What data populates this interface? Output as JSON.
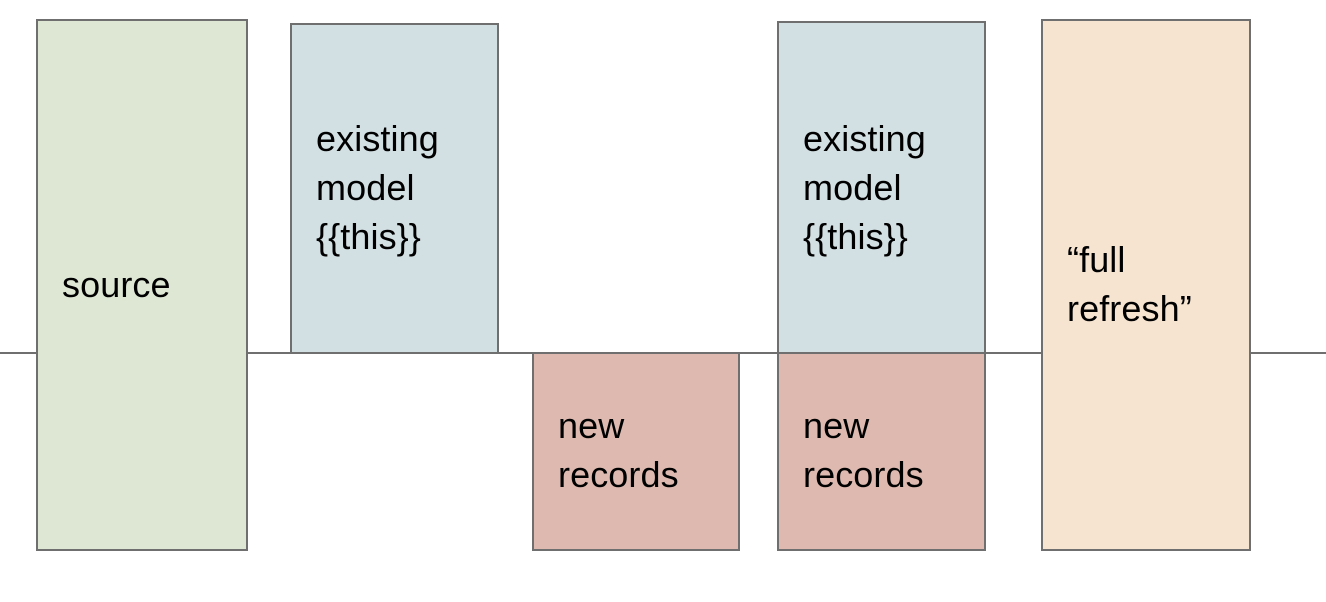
{
  "diagram": {
    "title": "incremental model full refresh diagram",
    "background_color": "#ffffff",
    "divider": {
      "name": "horizontal-divider-line",
      "color": "#6f6f6f"
    },
    "palette": {
      "source_fill": "#dde7d4",
      "model_fill": "#d2dfe3",
      "new_records_fill": "#ddb9b0",
      "full_refresh_fill": "#f6e4d1",
      "border": "#6f6f6f",
      "text": "#000000"
    },
    "nodes": [
      {
        "id": "source",
        "label": "source",
        "fill": "#dde7d4"
      },
      {
        "id": "existing-model-1",
        "label": "existing\nmodel\n{{this}}",
        "fill": "#d2dfe3"
      },
      {
        "id": "new-records-1",
        "label": "new\nrecords",
        "fill": "#ddb9b0"
      },
      {
        "id": "existing-model-2",
        "label": "existing\nmodel\n{{this}}",
        "fill": "#d2dfe3"
      },
      {
        "id": "new-records-2",
        "label": "new\nrecords",
        "fill": "#ddb9b0"
      },
      {
        "id": "full-refresh",
        "label": "“full\nrefresh”",
        "fill": "#f6e4d1"
      }
    ]
  }
}
